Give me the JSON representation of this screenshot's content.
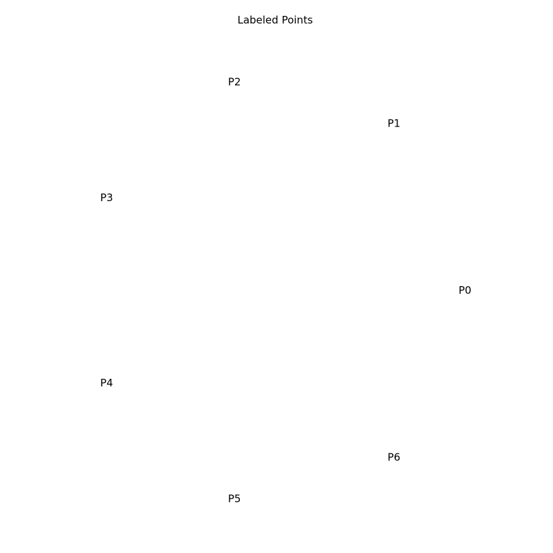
{
  "chart_data": {
    "type": "scatter",
    "title": "Labeled Points",
    "xlabel": "",
    "ylabel": "",
    "grid": false,
    "axes_visible": false,
    "xlim": [
      -1.1,
      1.1
    ],
    "ylim": [
      -1.1,
      1.1
    ],
    "points": [
      {
        "label": "P0",
        "x": 1.0,
        "y": 0.0
      },
      {
        "label": "P1",
        "x": 0.623,
        "y": 0.782
      },
      {
        "label": "P2",
        "x": -0.223,
        "y": 0.975
      },
      {
        "label": "P3",
        "x": -0.901,
        "y": 0.434
      },
      {
        "label": "P4",
        "x": -0.901,
        "y": -0.434
      },
      {
        "label": "P5",
        "x": -0.223,
        "y": -0.975
      },
      {
        "label": "P6",
        "x": 0.623,
        "y": -0.782
      }
    ]
  }
}
